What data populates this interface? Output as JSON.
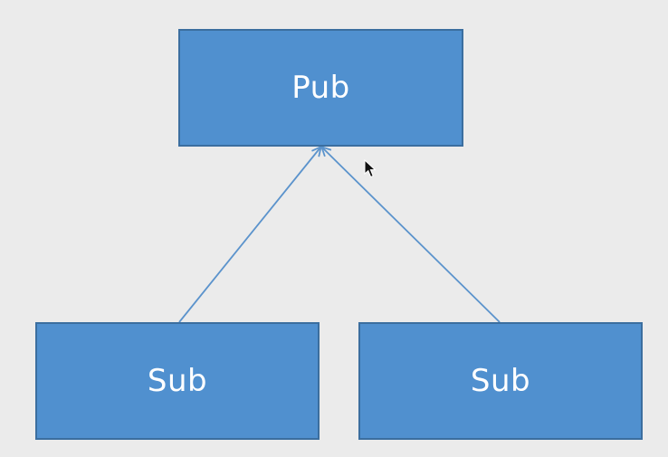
{
  "diagram": {
    "parent": {
      "label": "Pub"
    },
    "children": [
      {
        "label": "Sub"
      },
      {
        "label": "Sub"
      }
    ],
    "edge_style": "arrow-to-parent"
  },
  "colors": {
    "background": "#ebebeb",
    "node_fill": "#5090cf",
    "node_border": "#3b6e9f",
    "edge": "#5b93cc",
    "text": "#ffffff"
  },
  "icons": {
    "pointer": "mouse-pointer-icon"
  }
}
